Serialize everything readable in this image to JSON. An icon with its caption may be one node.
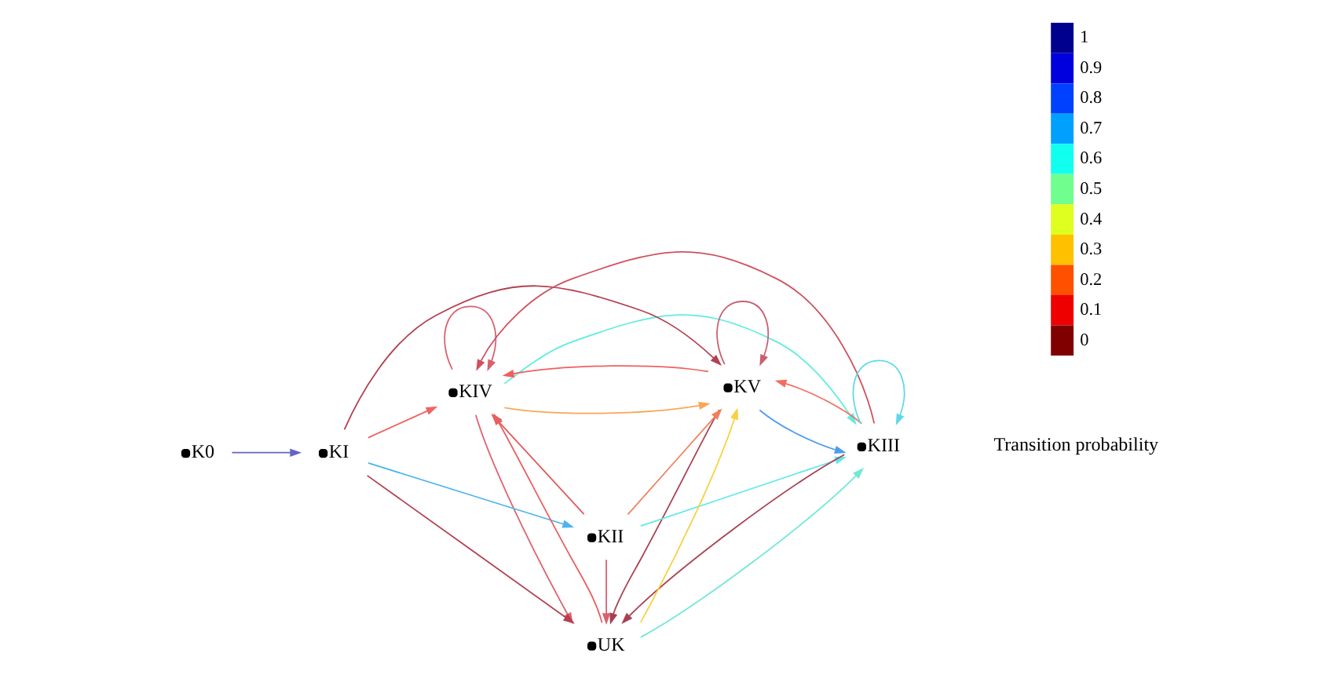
{
  "diagram": {
    "nodes": [
      {
        "text": [
          "KIV"
        ]
      },
      {
        "text": [
          "KV"
        ]
      },
      {
        "text": [
          "K0"
        ]
      },
      {
        "text": [
          "KI"
        ]
      },
      {
        "text": [
          "KII"
        ]
      },
      {
        "text": [
          "KIII"
        ]
      },
      {
        "text": [
          "UK"
        ]
      }
    ],
    "edges": [
      {
        "from": 2,
        "to": 3,
        "arrow": "to",
        "color": "#6464c8"
      },
      {
        "from": 3,
        "to": 4,
        "arrow": "to",
        "color": "#4cb4f0"
      },
      {
        "from": 3,
        "to": 0,
        "arrow": "to",
        "color": "#f06464"
      },
      {
        "from": 3,
        "to": 1,
        "arrow": "to",
        "color": "#b44050"
      },
      {
        "from": 3,
        "to": 6,
        "arrow": "to",
        "color": "#b44050"
      },
      {
        "from": 4,
        "to": 5,
        "arrow": "to",
        "color": "#64e8e8"
      },
      {
        "from": 4,
        "to": 6,
        "arrow": "to",
        "color": "#d86070"
      },
      {
        "from": 4,
        "to": 0,
        "arrow": "to",
        "color": "#e05a5a"
      },
      {
        "from": 4,
        "to": 1,
        "arrow": "to",
        "color": "#f08060"
      },
      {
        "from": 6,
        "to": 0,
        "arrow": "to",
        "color": "#e86060"
      },
      {
        "from": 0,
        "to": 6,
        "arrow": "to",
        "color": "#e06070"
      },
      {
        "from": 0,
        "to": 1,
        "arrow": "to",
        "color": "#f8a858"
      },
      {
        "from": 1,
        "to": 0,
        "arrow": "to",
        "color": "#f06060"
      },
      {
        "from": 0,
        "to": 5,
        "arrow": "to",
        "color": "#60ece0"
      },
      {
        "from": 5,
        "to": 0,
        "arrow": "to",
        "color": "#d05060"
      },
      {
        "from": 5,
        "to": 1,
        "arrow": "to",
        "color": "#f07060"
      },
      {
        "from": 1,
        "to": 5,
        "arrow": "to",
        "color": "#4c9cf0"
      },
      {
        "from": 1,
        "to": 6,
        "arrow": "to",
        "color": "#a84050"
      },
      {
        "from": 6,
        "to": 1,
        "arrow": "to",
        "color": "#f8d040"
      },
      {
        "from": 5,
        "to": 6,
        "arrow": "to",
        "color": "#a84050"
      },
      {
        "from": 6,
        "to": 5,
        "arrow": "to",
        "color": "#70e8d8"
      },
      {
        "from": 0,
        "to": 0,
        "arrow": "to",
        "color": "#d86070"
      },
      {
        "from": 1,
        "to": 1,
        "arrow": "to",
        "color": "#c86070"
      },
      {
        "from": 5,
        "to": 5,
        "arrow": "to",
        "color": "#60d8e8"
      }
    ],
    "labels": [
      "Transition probability"
    ],
    "legend": [
      {
        "text": "1",
        "color": "#00008f"
      },
      {
        "text": "0.9",
        "color": "#0000df"
      },
      {
        "text": "0.8",
        "color": "#0040ff"
      },
      {
        "text": "0.7",
        "color": "#00a0ff"
      },
      {
        "text": "0.6",
        "color": "#10ffef"
      },
      {
        "text": "0.5",
        "color": "#70ff8f"
      },
      {
        "text": "0.4",
        "color": "#dfff20"
      },
      {
        "text": "0.3",
        "color": "#ffc000"
      },
      {
        "text": "0.2",
        "color": "#ff5000"
      },
      {
        "text": "0.1",
        "color": "#ef0000"
      },
      {
        "text": "0",
        "color": "#800000"
      }
    ]
  }
}
